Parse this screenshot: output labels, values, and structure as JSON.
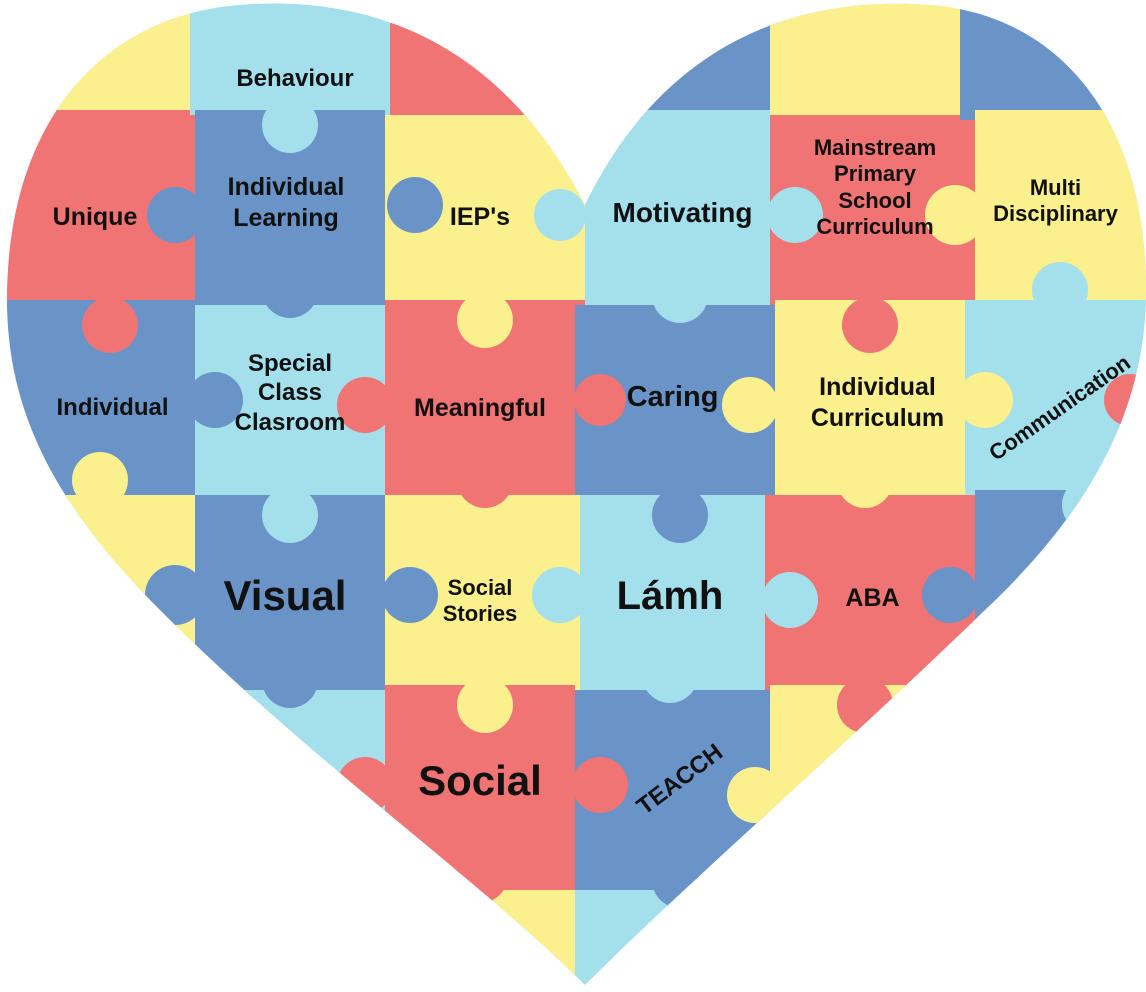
{
  "colors": {
    "red": "#f07473",
    "blue": "#6a93c8",
    "yellow": "#faf08e",
    "light_blue": "#a4dfec"
  },
  "labels": {
    "behaviour": "Behaviour",
    "unique": "Unique",
    "individual_learning": [
      "Individual",
      "Learning"
    ],
    "ieps": "IEP's",
    "motivating": "Motivating",
    "mainstream": [
      "Mainstream",
      "Primary",
      "School",
      "Curriculum"
    ],
    "multi_disciplinary": [
      "Multi",
      "Disciplinary"
    ],
    "individual": "Individual",
    "special_class": [
      "Special",
      "Class",
      "Clasroom"
    ],
    "meaningful": "Meaningful",
    "caring": "Caring",
    "individual_curriculum": [
      "Individual",
      "Curriculum"
    ],
    "communication": "Communication",
    "visual": "Visual",
    "social_stories": [
      "Social",
      "Stories"
    ],
    "lamh": "Lámh",
    "aba": "ABA",
    "social": "Social",
    "teacch": "TEACCH"
  }
}
